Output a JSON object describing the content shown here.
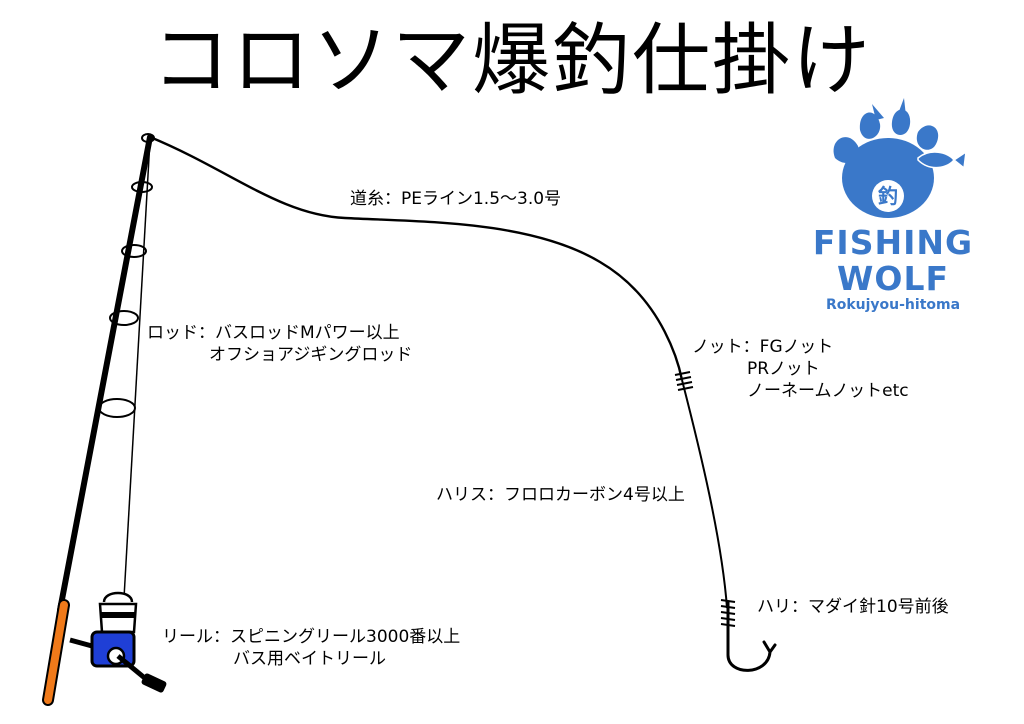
{
  "title": "コロソマ爆釣仕掛け",
  "labels": {
    "line": "道糸：PEライン1.5～3.0号",
    "rod_1": "ロッド：バスロッドMパワー以上",
    "rod_2": "オフショアジギングロッド",
    "knot_1": "ノット：FGノット",
    "knot_2": "PRノット",
    "knot_3": "ノーネームノットetc",
    "leader": "ハリス：フロロカーボン4号以上",
    "hook": "ハリ：マダイ針10号前後",
    "reel_1": "リール：スピニングリール3000番以上",
    "reel_2": "バス用ベイトリール"
  },
  "logo": {
    "line1": "FISHING",
    "line2": "WOLF",
    "line3": "Rokujyou-hitoma",
    "paw_badge": "釣"
  },
  "colors": {
    "logo_blue": "#3a78c9",
    "logo_light_blue": "#4aa3df",
    "reel_blue": "#1f3fd6",
    "grip_orange": "#f07a1a"
  }
}
